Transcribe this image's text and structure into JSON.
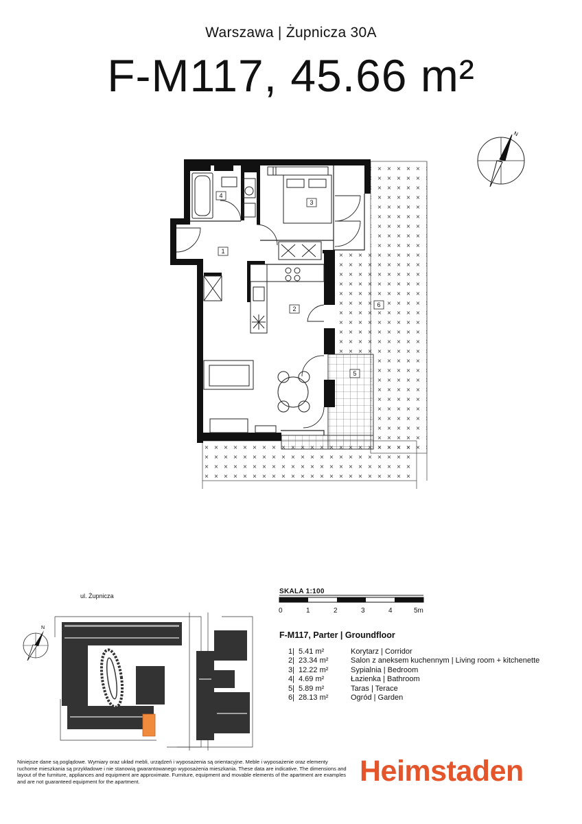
{
  "header": {
    "location": "Warszawa | Żupnicza 30A",
    "apartment_title": "F-M117, 45.66 m²"
  },
  "plan": {
    "room_labels": [
      "1",
      "2",
      "3",
      "4",
      "5",
      "6"
    ],
    "compass_letter": "N"
  },
  "scale": {
    "title": "SKALA 1:100",
    "labels": [
      "0",
      "1",
      "2",
      "3",
      "4",
      "5m"
    ]
  },
  "apartment_info": {
    "heading": "F-M117, Parter | Groundfloor",
    "rooms": [
      {
        "num": "1|",
        "area": "5.41 m²",
        "name": "Korytarz | Corridor"
      },
      {
        "num": "2|",
        "area": "23.34 m²",
        "name": "Salon z aneksem kuchennym | Living room + kitchenette"
      },
      {
        "num": "3|",
        "area": "12.22 m²",
        "name": "Sypialnia | Bedroom"
      },
      {
        "num": "4|",
        "area": "4.69 m²",
        "name": "Łazienka | Bathroom"
      },
      {
        "num": "5|",
        "area": "5.89 m²",
        "name": "Taras | Terace"
      },
      {
        "num": "6|",
        "area": "28.13 m²",
        "name": "Ogród | Garden"
      }
    ]
  },
  "site": {
    "street": "ul. Żupnicza",
    "compass_letter": "N",
    "highlight_color": "#f08a3c"
  },
  "footer": {
    "disclaimer": "Niniejsze dane są poglądowe. Wymiary oraz układ mebli, urządzeń i wyposażenia są orientacyjne. Meble i wyposażenie oraz elementy ruchome mieszkania są przykładowe i nie stanowią gwarantowanego wyposażenia mieszkania. These data are indicative. The dimensions and layout of the furniture, appliances and equipment are approximate. Furniture, equipment and movable elements of the apartment are examples and are not guaranteed equipment for the apartment.",
    "brand": "Heimstaden",
    "brand_color": "#e4552b"
  }
}
